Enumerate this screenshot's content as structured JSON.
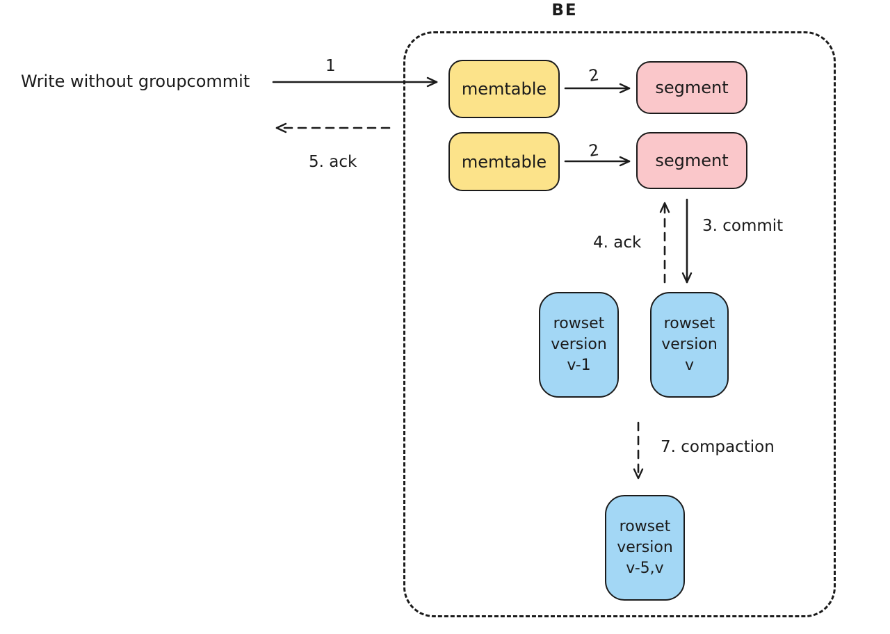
{
  "diagram": {
    "title": "BE",
    "left_label": "Write without groupcommit"
  },
  "nodes": {
    "memtable1": {
      "label": "memtable"
    },
    "memtable2": {
      "label": "memtable"
    },
    "segment1": {
      "label": "segment"
    },
    "segment2": {
      "label": "segment"
    },
    "rowset_prev": {
      "line1": "rowset",
      "line2": "version",
      "line3": "v-1"
    },
    "rowset_cur": {
      "line1": "rowset",
      "line2": "version",
      "line3": "v"
    },
    "rowset_compacted": {
      "line1": "rowset",
      "line2": "version",
      "line3": "v-5,v"
    }
  },
  "edges": {
    "write": {
      "label": "1"
    },
    "flush1": {
      "label": "2"
    },
    "flush2": {
      "label": "2"
    },
    "commit": {
      "label": "3. commit"
    },
    "ack_commit": {
      "label": "4. ack"
    },
    "ack_write": {
      "label": "5. ack"
    },
    "compaction": {
      "label": "7. compaction"
    }
  },
  "colors": {
    "stroke": "#1b1b1b",
    "memtable_fill": "#fce38a",
    "segment_fill": "#fac7ca",
    "rowset_fill": "#a3d7f5",
    "background": "#ffffff"
  }
}
